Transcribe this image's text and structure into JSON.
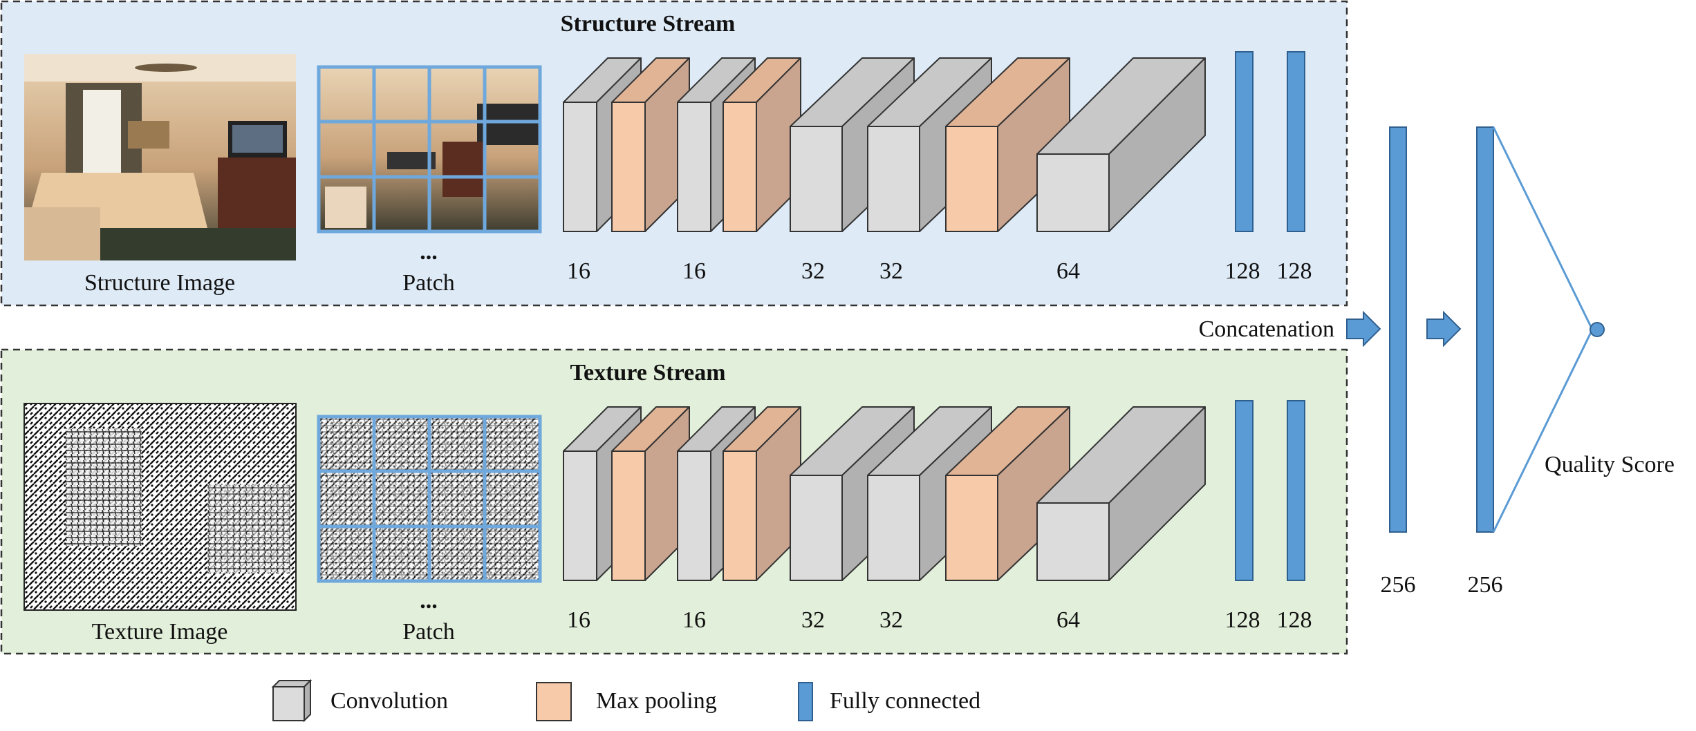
{
  "colors": {
    "conv_front": "#dcdcdc",
    "conv_top": "#c8c8c8",
    "conv_side": "#b1b1b1",
    "pool_front": "#f7cba9",
    "pool_top": "#e2b496",
    "pool_side": "#c9a48f",
    "fc": "#5b9bd5",
    "structure_panel_bg": "#deeaf6",
    "texture_panel_bg": "#e2efda",
    "patch_grid": "#6fa8dc"
  },
  "structure_stream": {
    "title": "Structure Stream",
    "image_label": "Structure Image",
    "patch_label": "Patch",
    "ellipsis": "...",
    "layer_sizes": [
      "16",
      "16",
      "32",
      "32",
      "64",
      "128",
      "128"
    ]
  },
  "texture_stream": {
    "title": "Texture Stream",
    "image_label": "Texture Image",
    "patch_label": "Patch",
    "ellipsis": "...",
    "layer_sizes": [
      "16",
      "16",
      "32",
      "32",
      "64",
      "128",
      "128"
    ]
  },
  "fusion": {
    "concat_label": "Concatenation",
    "fc_sizes": [
      "256",
      "256"
    ],
    "output_label": "Quality Score"
  },
  "legend": {
    "convolution": "Convolution",
    "max_pooling": "Max pooling",
    "fully_connected": "Fully connected"
  }
}
